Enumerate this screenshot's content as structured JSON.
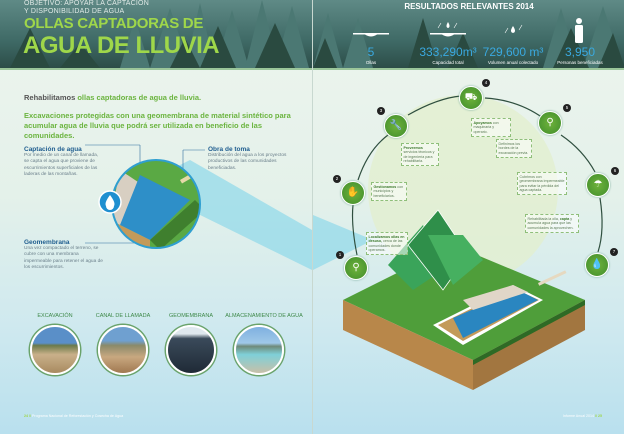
{
  "left": {
    "kicker_line1": "OBJETIVO: APOYAR LA CAPTACIÓN",
    "kicker_line2": "Y DISPONIBILIDAD DE AGUA",
    "title_line1": "OLLAS CAPTADORAS DE",
    "title_line2": "AGUA DE LLUVIA",
    "lead_bold": "Rehabilitamos",
    "lead_rest": " ollas captadoras de agua de lluvia.",
    "description": "Excavaciones protegidas con una geomembrana de material sintético para acumular agua de lluvia que podrá ser utilizada en beneficio de las comunidades.",
    "labels": [
      {
        "title": "Captación de agua",
        "text": "Por medio de un canal de llamada, se capta el agua que proviene de escurrimientos superficiales de las laderas de las montañas."
      },
      {
        "title": "Obra de toma",
        "text": "Distribución del agua a los proyectos productivos de las comunidades beneficiadas."
      },
      {
        "title": "Geomembrana",
        "text": "Una vez compactado el terreno, se cubre con una membrana impermeable para retener el agua de los escurrimientos."
      }
    ],
    "photos": [
      {
        "label": "EXCAVACIÓN"
      },
      {
        "label": "CANAL DE LLAMADA"
      },
      {
        "label": "GEOMEMBRANA"
      },
      {
        "label": "ALMACENAMIENTO DE AGUA"
      }
    ],
    "footer_page": "24 //",
    "footer_text": "Programa Nacional de Reforestación y Cosecha de Agua"
  },
  "right": {
    "results_title": "RESULTADOS RELEVANTES 2014",
    "stats": [
      {
        "value": "5",
        "label": "Ollas",
        "icon": "basin-icon"
      },
      {
        "value": "333,290m³",
        "label": "Capacidad total",
        "icon": "basin-rain-icon"
      },
      {
        "value": "729,600 m³",
        "label": "Volumen anual colectado",
        "icon": "rain-drop-icon"
      },
      {
        "value": "3,950",
        "label": "Personas beneficiadas",
        "icon": "person-icon"
      }
    ],
    "steps": [
      {
        "n": "1",
        "bold": "Localizamos ollas en desuso,",
        "text": " cerca de las comunidades donde operamos.",
        "icon": "magnifier-icon"
      },
      {
        "n": "2",
        "bold": "Gestionamos",
        "text": " con municipios y beneficiarios.",
        "icon": "handshake-icon"
      },
      {
        "n": "3",
        "bold": "Proveemos",
        "text": " servicios técnicos y de ingeniería para rehabilitarla.",
        "icon": "tools-icon"
      },
      {
        "n": "4",
        "bold": "Apoyamos",
        "text": " con maquinaria y operario.",
        "icon": "truck-icon"
      },
      {
        "n": "5",
        "bold": "",
        "text": "Definimos los bordes de la excavación previa.",
        "icon": "stake-icon"
      },
      {
        "n": "6",
        "bold": "",
        "text": "Cubrimos con geomembrana impermeable para evitar la pérdida del agua captada.",
        "icon": "umbrella-icon"
      },
      {
        "n": "7",
        "bold": "capta",
        "text_before": "Rehabilitada la olla, ",
        "text": " y acumula agua para que las comunidades la aprovechen.",
        "icon": "water-drop-icon"
      }
    ],
    "footer_text": "Informe Anual 2014",
    "footer_page": "// 25"
  }
}
